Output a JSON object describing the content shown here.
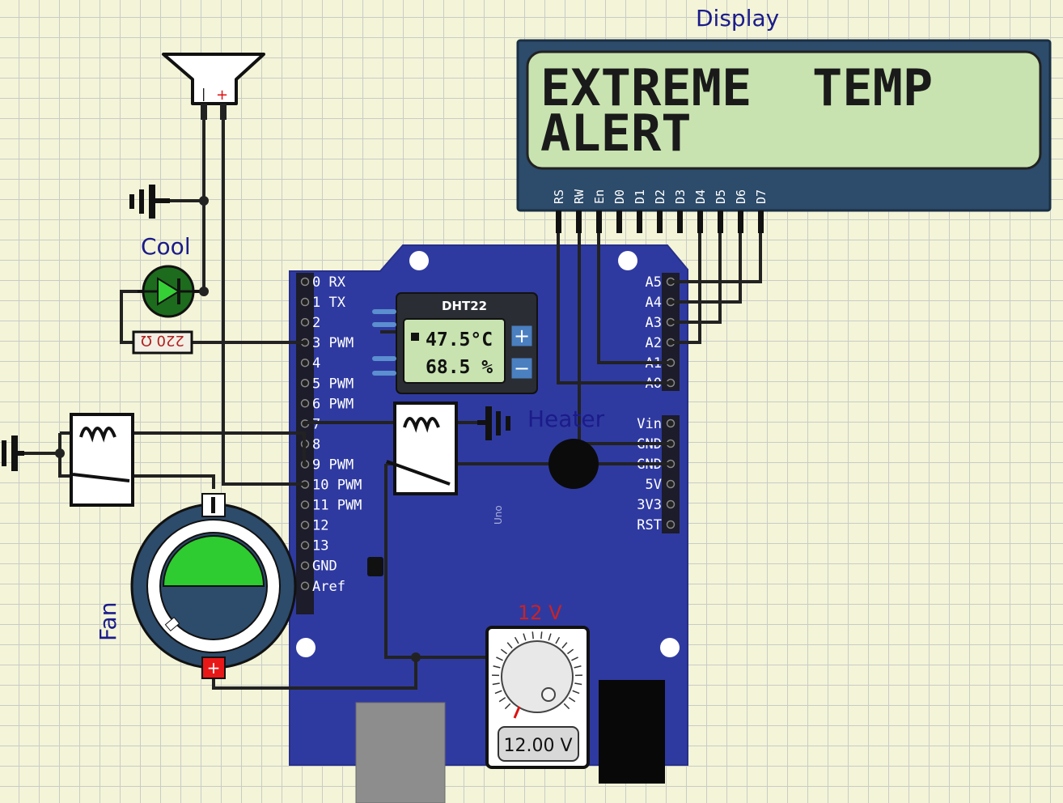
{
  "display": {
    "title": "Display",
    "line1": "EXTREME  TEMP",
    "line2": "ALERT",
    "pins": [
      "RS",
      "RW",
      "En",
      "D0",
      "D1",
      "D2",
      "D3",
      "D4",
      "D5",
      "D6",
      "D7"
    ]
  },
  "arduino": {
    "board_label": "Uno",
    "left_pins": [
      "0 RX",
      "1 TX",
      "2",
      "3 PWM",
      "4",
      "5 PWM",
      "6 PWM",
      "7",
      "8",
      "9 PWM",
      "10 PWM",
      "11 PWM",
      "12",
      "13",
      "GND",
      "Aref"
    ],
    "right_analog_pins": [
      "A5",
      "A4",
      "A3",
      "A2",
      "A1",
      "A0"
    ],
    "right_power_pins": [
      "Vin",
      "GND",
      "GND",
      "5V",
      "3V3",
      "RST"
    ]
  },
  "dht22": {
    "title": "DHT22",
    "temperature": "47.5°C",
    "humidity": "68.5 %",
    "plus": "+",
    "minus": "−"
  },
  "cool_led": {
    "label": "Cool"
  },
  "resistor": {
    "value": "220 Ω"
  },
  "heater": {
    "label": "Heater"
  },
  "fan": {
    "label": "Fan",
    "plus": "+"
  },
  "supply": {
    "label": "12 V",
    "readout": "12.00 V"
  },
  "colors": {
    "board": "#2f3aa0",
    "lcd_frame": "#2d4b6a",
    "lcd_screen": "#c8e3b0",
    "led_green": "#27b027",
    "fan_green": "#2ecc30",
    "title_blue": "#1b1b8a",
    "supply_red": "#cc2222"
  }
}
